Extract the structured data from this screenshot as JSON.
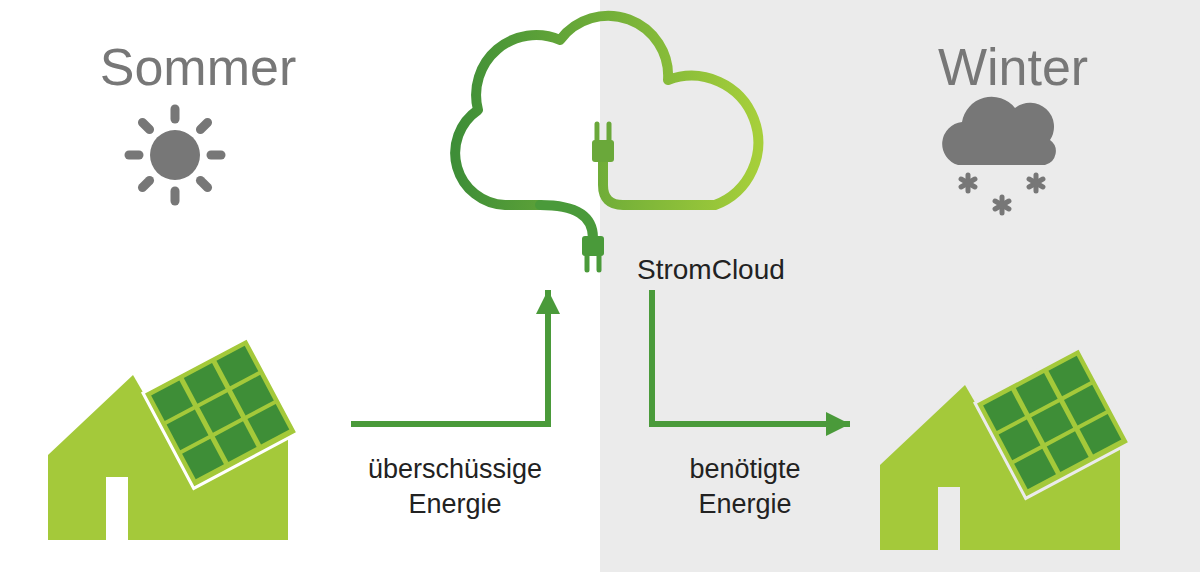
{
  "diagram": {
    "nodes": [
      {
        "text": [
          "Sommer"
        ]
      },
      {
        "text": [
          "StromCloud"
        ]
      },
      {
        "text": [
          "Winter"
        ]
      }
    ],
    "edges": [
      {
        "from": 0,
        "to": 1,
        "arrow": "to",
        "label": "überschüssige Energie"
      },
      {
        "from": 1,
        "to": 2,
        "arrow": "to",
        "label": "benötigte Energie"
      }
    ]
  }
}
